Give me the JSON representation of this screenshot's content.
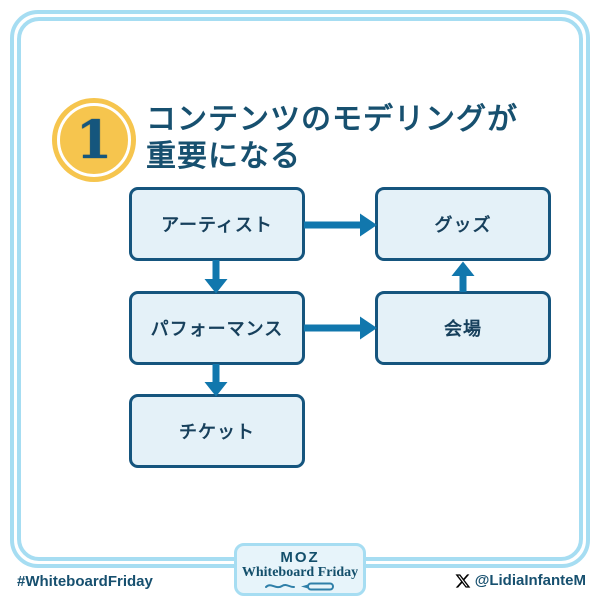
{
  "slide": {
    "badge_number": "1",
    "title_lines": [
      "コンテンツのモデリングが",
      "重要になる"
    ]
  },
  "diagram": {
    "type": "flowchart",
    "nodes": [
      {
        "id": "artist",
        "label": "アーティスト"
      },
      {
        "id": "goods",
        "label": "グッズ"
      },
      {
        "id": "performance",
        "label": "パフォーマンス"
      },
      {
        "id": "venue",
        "label": "会場"
      },
      {
        "id": "ticket",
        "label": "チケット"
      }
    ],
    "edges": [
      {
        "from": "artist",
        "to": "goods"
      },
      {
        "from": "artist",
        "to": "performance"
      },
      {
        "from": "performance",
        "to": "venue"
      },
      {
        "from": "performance",
        "to": "ticket"
      },
      {
        "from": "venue",
        "to": "goods"
      }
    ]
  },
  "footer": {
    "hashtag": "#WhiteboardFriday",
    "brand_name": "MOZ",
    "brand_subtitle": "Whiteboard Friday",
    "x_handle": "@LidiaInfanteM"
  },
  "icons": {
    "x_logo": "x-social-logo",
    "marker": "whiteboard-marker-icon"
  },
  "colors": {
    "frame_blue": "#A6DDF2",
    "box_fill": "#E4F1F8",
    "box_border": "#15557E",
    "arrow_blue": "#1177AD",
    "text_navy": "#17506F",
    "badge_gold": "#F6C54E",
    "badge_number_blue": "#15567D",
    "x_black": "#000000"
  }
}
